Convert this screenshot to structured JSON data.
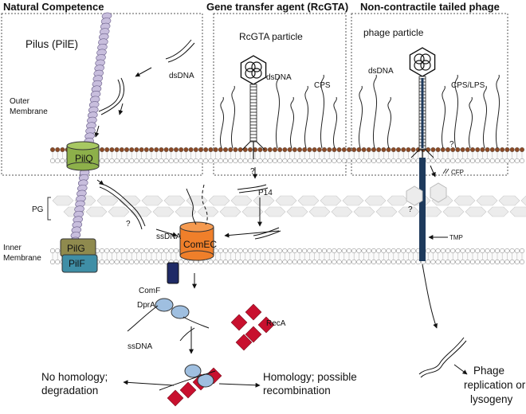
{
  "headers": {
    "natural_competence": "Natural Competence",
    "gta": "Gene transfer agent (RcGTA)",
    "phage": "Non-contractile tailed phage"
  },
  "labels": {
    "pilus": "Pilus (PilE)",
    "dsdna_competence": "dsDNA",
    "outer_membrane_1": "Outer",
    "outer_membrane_2": "Membrane",
    "pilq": "PilQ",
    "pg": "PG",
    "inner_membrane_1": "Inner",
    "inner_membrane_2": "Membrane",
    "pilg": "PilG",
    "pilf": "PilF",
    "question_pg": "?",
    "ssdna_top": "ssDNA",
    "comec": "ComEC",
    "comf": "ComF",
    "dpra": "DprA",
    "ssdna_bottom": "ssDNA",
    "reca": "RecA",
    "no_homology_1": "No homology;",
    "no_homology_2": "degradation",
    "homology_1": "Homology; possible",
    "homology_2": "recombination",
    "rcgta_particle": "RcGTA particle",
    "dsdna_gta": "dsDNA",
    "cps": "CPS",
    "question_gta": "?",
    "p14": "P14",
    "phage_particle": "phage particle",
    "dsdna_phage": "dsDNA",
    "cps_lps": "CPS/LPS",
    "question_phage_om": "?",
    "cfp": "CFP",
    "question_phage_pg": "?",
    "tmp": "TMP",
    "phage_fate_1": "Phage",
    "phage_fate_2": "replication or",
    "phage_fate_3": "lysogeny"
  },
  "colors": {
    "pilus": "#c8bedd",
    "pilq": "#8db04a",
    "pilg": "#8f8a4e",
    "pilf": "#3f8ea6",
    "comec": "#ef7f2a",
    "comf": "#1f2a66",
    "dpra": "#9fbfe0",
    "reca": "#c8102e",
    "lipid_head_outer": "#8b4a26",
    "tmp": "#1e3a5c",
    "pg": "#ececec"
  }
}
